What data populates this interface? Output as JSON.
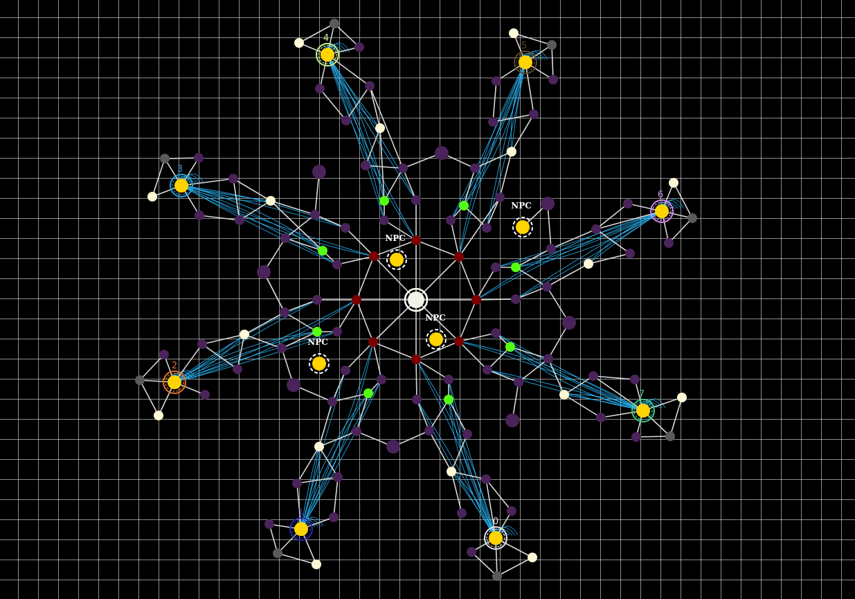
{
  "colors": {
    "background": "#000000",
    "grid": "#8c8c8c",
    "road": "#d9d9d9",
    "route": "#29b6f6",
    "hub": "#7a0000",
    "regular": "#4a235a",
    "portal": "#55ff11",
    "town": "#fff8d6",
    "rock": "#5a5a5a",
    "base": "#ffd400",
    "center": "#f2f2e6"
  },
  "npc_label": "NPC",
  "npcs": [
    {
      "label": "NPC"
    },
    {
      "label": "NPC"
    },
    {
      "label": "NPC"
    },
    {
      "label": "NPC"
    }
  ],
  "players": [
    {
      "id": "0",
      "label": "0",
      "color": "#e8e8e8"
    },
    {
      "id": "1",
      "label": "1",
      "color": "#2a2aa8"
    },
    {
      "id": "2",
      "label": "2",
      "color": "#e0742a"
    },
    {
      "id": "3",
      "label": "3",
      "color": "#2aa0d8"
    },
    {
      "id": "4",
      "label": "4",
      "color": "#c8f08c"
    },
    {
      "id": "5",
      "label": "5",
      "color": "#5a4626"
    },
    {
      "id": "6",
      "label": "6",
      "color": "#d28cf0"
    },
    {
      "id": "7",
      "label": "7",
      "color": "#3cc88c"
    }
  ]
}
